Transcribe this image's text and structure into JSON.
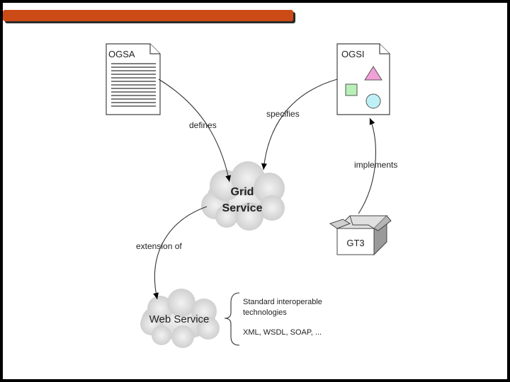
{
  "diagram": {
    "ogsa_doc": "OGSA",
    "ogsi_doc": "OGSI",
    "grid_service": [
      "Grid",
      "Service"
    ],
    "web_service": "Web Service",
    "gt3_box": "GT3",
    "edges": {
      "defines": "defines",
      "specifies": "specifies",
      "implements": "implements",
      "extension_of": "extension of"
    },
    "brace_notes": {
      "line1": "Standard interoperable",
      "line2": "technologies",
      "line3": "XML, WSDL, SOAP, ..."
    }
  },
  "colors": {
    "title_bar": "#cc4a16",
    "triangle": "#f2a0d8",
    "square": "#b8f0b8",
    "circle": "#bff0f8"
  }
}
